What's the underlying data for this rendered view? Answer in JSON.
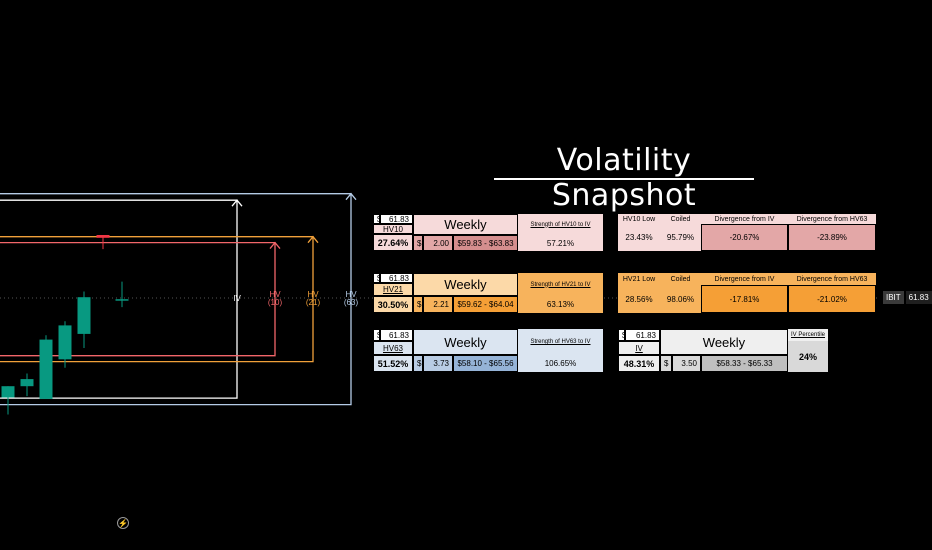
{
  "title": "Volatility Snapshot",
  "ticker": {
    "symbol": "IBIT",
    "price": "61.83"
  },
  "chart_data": {
    "type": "candlestick",
    "price_scale": {
      "min": 57.2,
      "max": 66.4
    },
    "last_price": 61.83,
    "candles": [
      {
        "open": 58.35,
        "high": 58.75,
        "low": 57.75,
        "close": 58.75
      },
      {
        "open": 58.75,
        "high": 59.2,
        "low": 58.4,
        "close": 59.0
      },
      {
        "open": 58.3,
        "high": 60.55,
        "low": 58.3,
        "close": 60.4
      },
      {
        "open": 59.7,
        "high": 61.05,
        "low": 59.4,
        "close": 60.9
      },
      {
        "open": 60.6,
        "high": 62.1,
        "low": 60.1,
        "close": 61.9
      },
      {
        "open": 64.1,
        "high": 64.1,
        "low": 63.6,
        "close": 64.0
      },
      {
        "open": 61.83,
        "high": 62.45,
        "low": 61.55,
        "close": 61.83
      }
    ],
    "ranges": [
      {
        "name": "IV",
        "label": "IV",
        "low": 58.33,
        "high": 65.33,
        "color": "#ffffff"
      },
      {
        "name": "HV10",
        "label": "HV\n(10)",
        "low": 59.83,
        "high": 63.83,
        "color": "#f2666a"
      },
      {
        "name": "HV21",
        "label": "HV\n(21)",
        "low": 59.62,
        "high": 64.04,
        "color": "#f0a03a"
      },
      {
        "name": "HV63",
        "label": "HV\n(63)",
        "low": 58.1,
        "high": 65.56,
        "color": "#b4cbe6"
      }
    ]
  },
  "tables": {
    "hv10": {
      "price_sym": "$",
      "price": "61.83",
      "label": "HV10",
      "value": "27.64%",
      "weekly": "Weekly",
      "move_sym": "$",
      "move": "2.00",
      "range": "$59.83 - $63.83",
      "strength_label": "Strength of HV10 to IV",
      "strength": "57.21%",
      "h_low": "HV10 Low",
      "h_coiled": "Coiled",
      "h_div_iv": "Divergence from IV",
      "h_div_hv63": "Divergence from HV63",
      "low": "23.43%",
      "coiled": "95.79%",
      "div_iv": "-20.67%",
      "div_hv63": "-23.89%"
    },
    "hv21": {
      "price_sym": "$",
      "price": "61.83",
      "label": "HV21",
      "value": "30.50%",
      "weekly": "Weekly",
      "move_sym": "$",
      "move": "2.21",
      "range": "$59.62 - $64.04",
      "strength_label": "Strength of HV21 to IV",
      "strength": "63.13%",
      "h_low": "HV21 Low",
      "h_coiled": "Coiled",
      "h_div_iv": "Divergence from IV",
      "h_div_hv63": "Divergence from HV63",
      "low": "28.56%",
      "coiled": "98.06%",
      "div_iv": "-17.81%",
      "div_hv63": "-21.02%"
    },
    "hv63": {
      "price_sym": "$",
      "price": "61.83",
      "label": "HV63",
      "value": "51.52%",
      "weekly": "Weekly",
      "move_sym": "$",
      "move": "3.73",
      "range": "$58.10 - $65.56",
      "strength_label": "Strength of HV63 to IV",
      "strength": "106.65%"
    },
    "iv": {
      "price_sym": "$",
      "price": "61.83",
      "label": "IV",
      "value": "48.31%",
      "weekly": "Weekly",
      "move_sym": "$",
      "move": "3.50",
      "range": "$58.33 - $65.33",
      "pct_label": "IV Percentile",
      "pct": "24%"
    }
  },
  "colors": {
    "hv10_light": "#f6dada",
    "hv10_mid": "#e3a7a7",
    "hv10_dark": "#d58e8e",
    "hv21_light": "#fcd9a8",
    "hv21_mid": "#f7b35c",
    "hv21_dark": "#f59f36",
    "hv63_light": "#dbe5f1",
    "hv63_mid": "#b9cce4",
    "hv63_dark": "#95b3d7",
    "iv_light": "#efefef",
    "iv_mid": "#d9d9d9",
    "iv_dark": "#bfbfbf",
    "candle": "#089981",
    "candle_down": "#f23645"
  }
}
